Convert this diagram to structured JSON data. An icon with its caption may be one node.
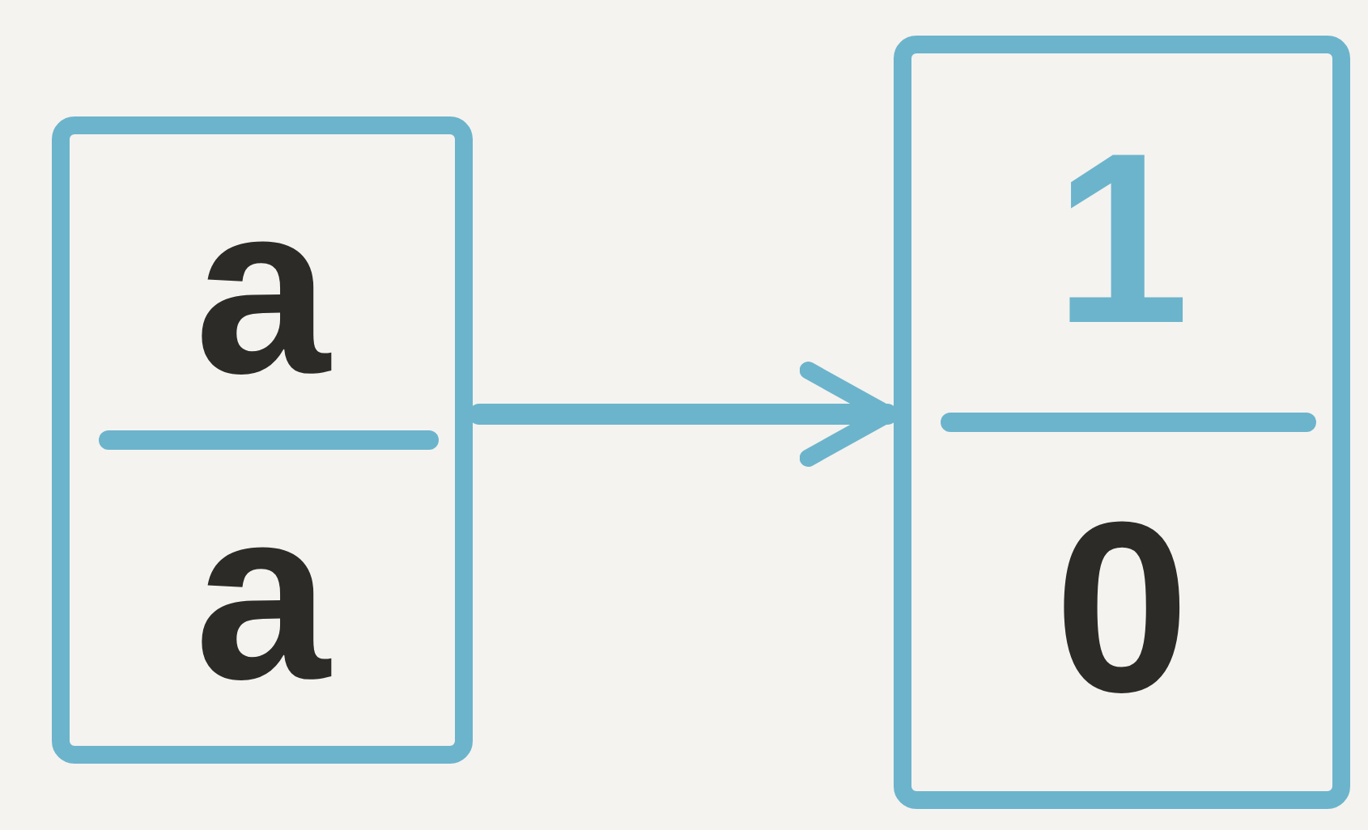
{
  "diagram": {
    "nodes": [
      {
        "text": [
          "a",
          "a"
        ]
      },
      {
        "text": [
          "1",
          "0"
        ]
      }
    ],
    "edges": [
      {
        "from": 0,
        "to": 1,
        "arrow": "to"
      }
    ]
  }
}
